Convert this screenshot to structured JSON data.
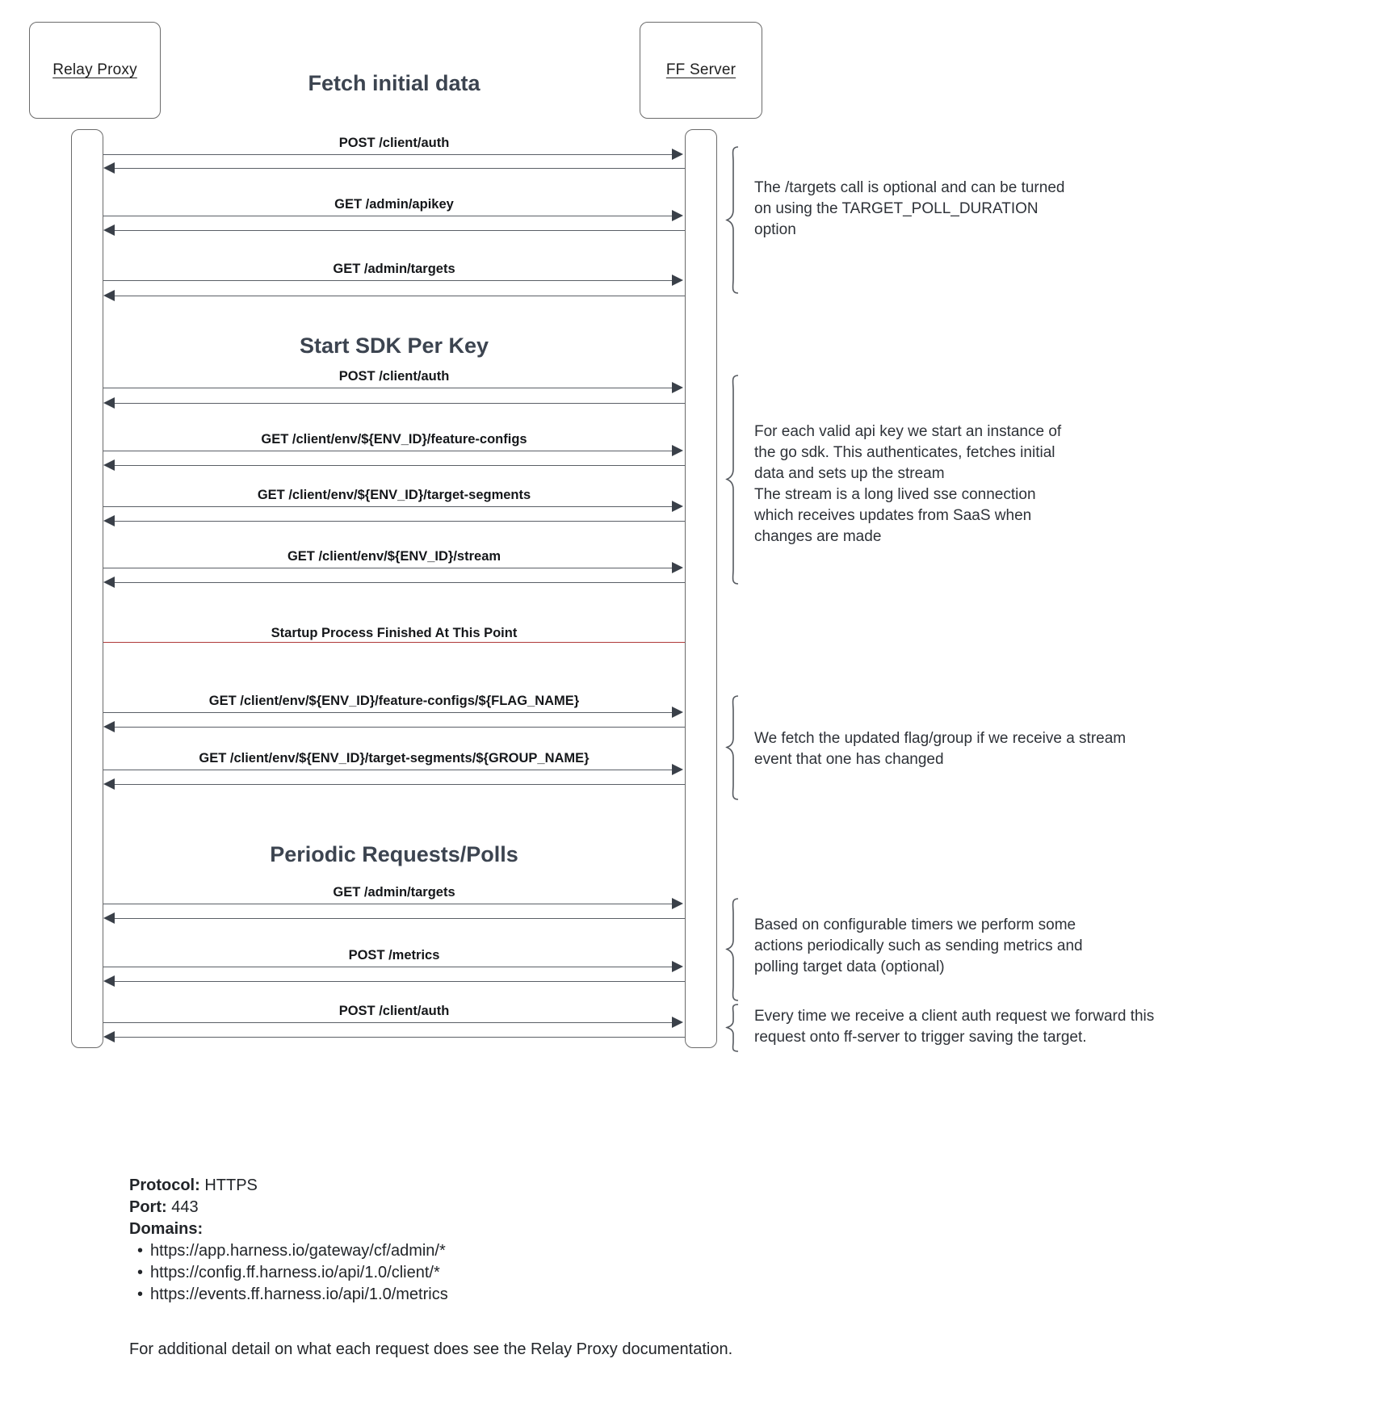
{
  "participants": [
    {
      "name": "Relay Proxy"
    },
    {
      "name": "FF Server"
    }
  ],
  "sections": [
    {
      "title": "Fetch initial data"
    },
    {
      "title": "Start SDK Per Key"
    },
    {
      "title": "Periodic Requests/Polls"
    }
  ],
  "messages": [
    {
      "label": "POST /client/auth"
    },
    {
      "label": "GET /admin/apikey"
    },
    {
      "label": "GET /admin/targets"
    },
    {
      "label": "POST /client/auth"
    },
    {
      "label": "GET /client/env/${ENV_ID}/feature-configs"
    },
    {
      "label": "GET /client/env/${ENV_ID}/target-segments"
    },
    {
      "label": "GET /client/env/${ENV_ID}/stream"
    },
    {
      "label": "GET /client/env/${ENV_ID}/feature-configs/${FLAG_NAME}"
    },
    {
      "label": "GET /client/env/${ENV_ID}/target-segments/${GROUP_NAME}"
    },
    {
      "label": "GET /admin/targets"
    },
    {
      "label": "POST /metrics"
    },
    {
      "label": "POST /client/auth"
    }
  ],
  "divider": {
    "label": "Startup Process Finished At This Point",
    "color": "#b03a3a"
  },
  "notes": [
    {
      "text": "The /targets call is optional and can be turned\non using the TARGET_POLL_DURATION\noption"
    },
    {
      "text": "For each valid api key we start an instance of\nthe go sdk. This authenticates, fetches initial\ndata and sets up the stream\nThe stream is a long lived sse connection\nwhich receives updates from SaaS when\nchanges are made"
    },
    {
      "text": "We fetch the updated flag/group if we receive a stream\nevent that one has changed"
    },
    {
      "text": "Based on configurable timers we perform some\nactions periodically such as sending metrics and\npolling target data (optional)"
    },
    {
      "text": "Every time we receive a client auth request we forward this\nrequest onto ff-server to trigger saving the target."
    }
  ],
  "footer": {
    "protocol_key": "Protocol:",
    "protocol_value": "HTTPS",
    "port_key": "Port:",
    "port_value": "443",
    "domains_key": "Domains:",
    "domains": [
      "https://app.harness.io/gateway/cf/admin/*",
      "https://config.ff.harness.io/api/1.0/client/*",
      "https://events.ff.harness.io/api/1.0/metrics"
    ],
    "closing_note": "For additional detail on what each request does see the Relay Proxy documentation."
  }
}
